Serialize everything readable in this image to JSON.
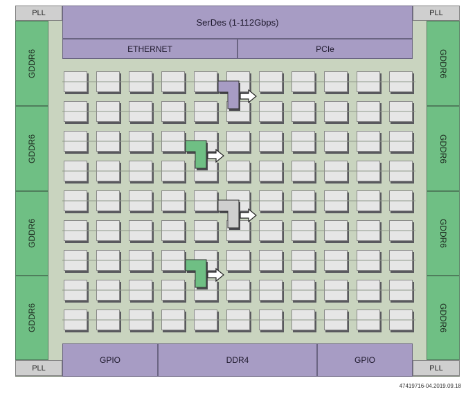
{
  "blocks": {
    "pll_tl": "PLL",
    "pll_tr": "PLL",
    "pll_bl": "PLL",
    "pll_br": "PLL",
    "serdes": "SerDes (1-112Gbps)",
    "ethernet": "ETHERNET",
    "pcie": "PCIe",
    "gddr_left": [
      "GDDR6",
      "GDDR6",
      "GDDR6",
      "GDDR6"
    ],
    "gddr_right": [
      "GDDR6",
      "GDDR6",
      "GDDR6",
      "GDDR6"
    ],
    "gpio_left": "GPIO",
    "ddr4": "DDR4",
    "gpio_right": "GPIO"
  },
  "grid": {
    "rows": 9,
    "cols": 11
  },
  "packets": [
    {
      "row": 0,
      "col": 5,
      "color": "#a79cc4",
      "label": ""
    },
    {
      "row": 2,
      "col": 4,
      "color": "#6fbf84",
      "label": ""
    },
    {
      "row": 4,
      "col": 5,
      "color": "#cfcfcf",
      "label": ""
    },
    {
      "row": 6,
      "col": 4,
      "color": "#6fbf84",
      "label": ""
    }
  ],
  "colors": {
    "chip_bg": "#c9d4bf",
    "purple": "#a79cc4",
    "green": "#6fbf84",
    "gray": "#cfcfcf",
    "tile": "#e6e6e6"
  },
  "footer": "47419716-04.2019.09.18"
}
